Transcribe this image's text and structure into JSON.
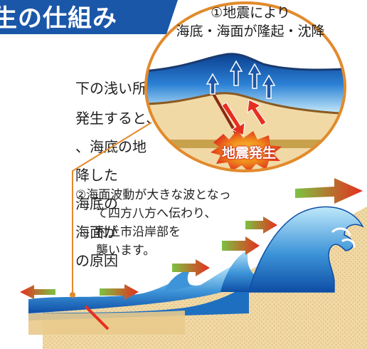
{
  "title": "生の仕組み",
  "left_text_lines": [
    "下の浅い所で大",
    "発生すると、断層",
    "、海底の地",
    "降した",
    "海底の",
    "海面が",
    "の原因"
  ],
  "callout1": {
    "lines": [
      "①地震により",
      "海底・海面が隆起・沈降"
    ]
  },
  "earthquake_label": "地震発生",
  "callout2": {
    "lines": [
      "②海面波動が大きな波となっ",
      "て四方八方へ伝わり、",
      "村上市沿岸部を",
      "襲います。"
    ]
  },
  "colors": {
    "banner": "#1b57a8",
    "ocean": "#1e6fc0",
    "sand": "#f1d9a6",
    "arrow_red": "#e62e1f",
    "arrow_green": "#7cc242",
    "bubble_border": "#e28a2c"
  }
}
